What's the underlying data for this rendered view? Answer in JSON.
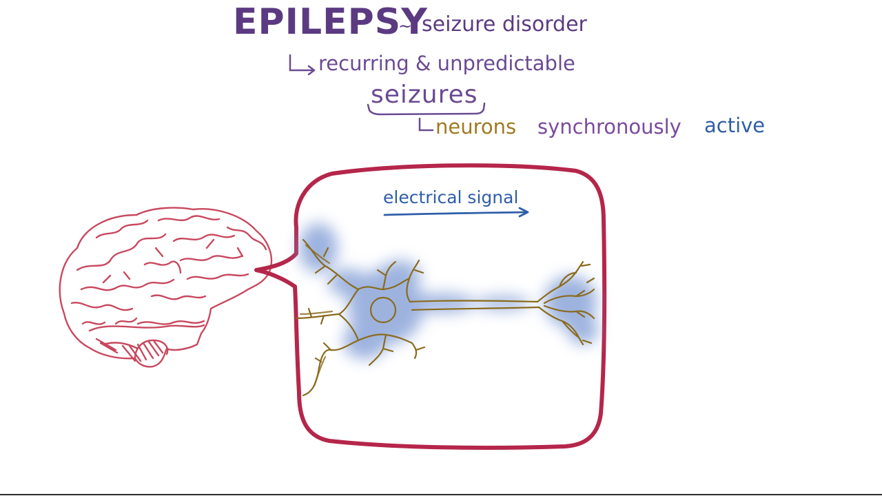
{
  "heading": {
    "title": "EPILEPSY",
    "tilde": "~",
    "definition": "seizure disorder",
    "subline": "recurring & unpredictable",
    "keyword": "seizures",
    "explanation": {
      "part1": "neurons",
      "part2": "synchronously",
      "part3": "active"
    }
  },
  "diagram": {
    "signal_label": "electrical signal"
  },
  "colors": {
    "title_purple": "#5b3a82",
    "box_crimson": "#b5264a",
    "brain_pink": "#c8485e",
    "neuron_gold": "#8a6a1c",
    "signal_blue": "#2f5ea8",
    "glow_blue": "#7d9ad4"
  }
}
